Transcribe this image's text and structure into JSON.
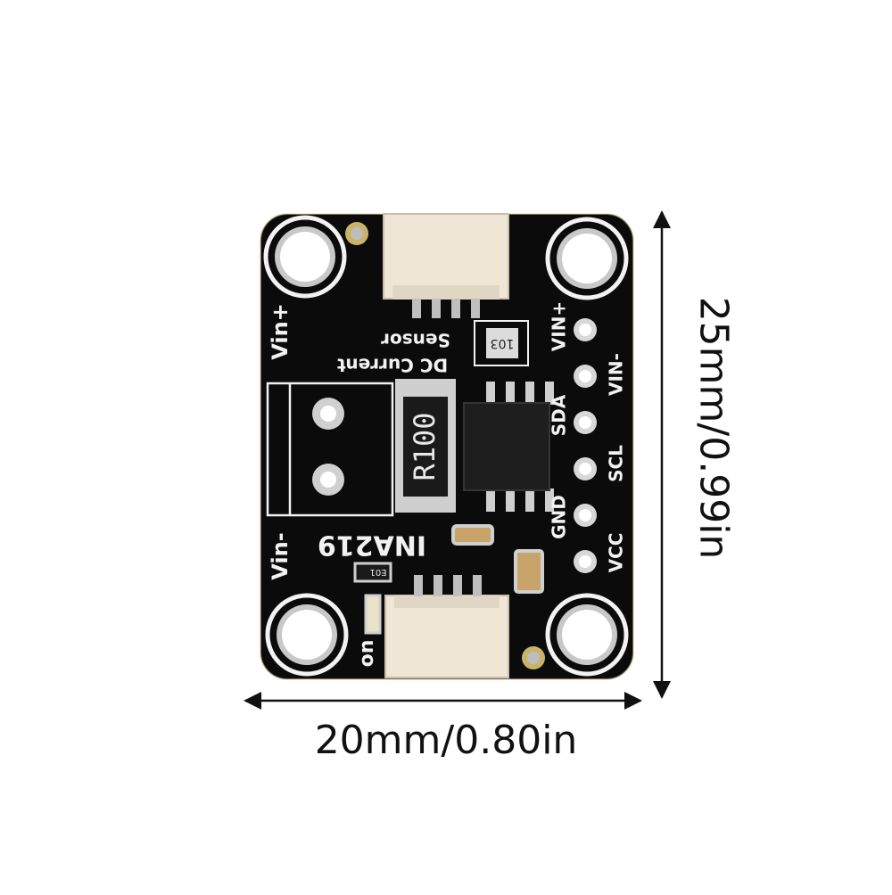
{
  "dimensions": {
    "width": "20mm/0.80in",
    "height": "25mm/0.99in"
  },
  "board": {
    "chip": "INA219",
    "title_line1": "DC Current",
    "title_line2": "Sensor",
    "input_plus": "Vin+",
    "input_minus": "Vin-",
    "led_label": "on",
    "shunt_marking": "R100",
    "resistor_marking": "103",
    "small_part_marking": "E01",
    "pins": [
      "VIN+",
      "VIN-",
      "SDA",
      "SCL",
      "GND",
      "VCC"
    ]
  },
  "colors": {
    "pcb": "#0b0b0b",
    "silkscreen": "#f2f2f2",
    "connector": "#efe6d6",
    "pad": "#cfcfcf"
  }
}
